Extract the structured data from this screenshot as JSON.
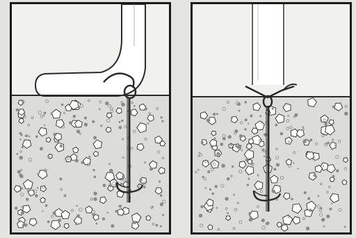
{
  "figure": {
    "panels": [
      {
        "id": "left",
        "subject": "rounded-foot-base"
      },
      {
        "id": "right",
        "subject": "straight-post"
      }
    ]
  },
  "colors": {
    "frame": "#1a1a1a",
    "background": "#e4e4e1",
    "paper": "#f1f1ee",
    "ground": "#dcdcd8",
    "ink": "#2a2a2a",
    "stone_fill": "#ffffff",
    "pebble": "#8a8a88"
  },
  "icons": {
    "anchor": "ground-anchor-icon",
    "stone": "stone-icon",
    "cable": "tie-down-cable-icon"
  }
}
